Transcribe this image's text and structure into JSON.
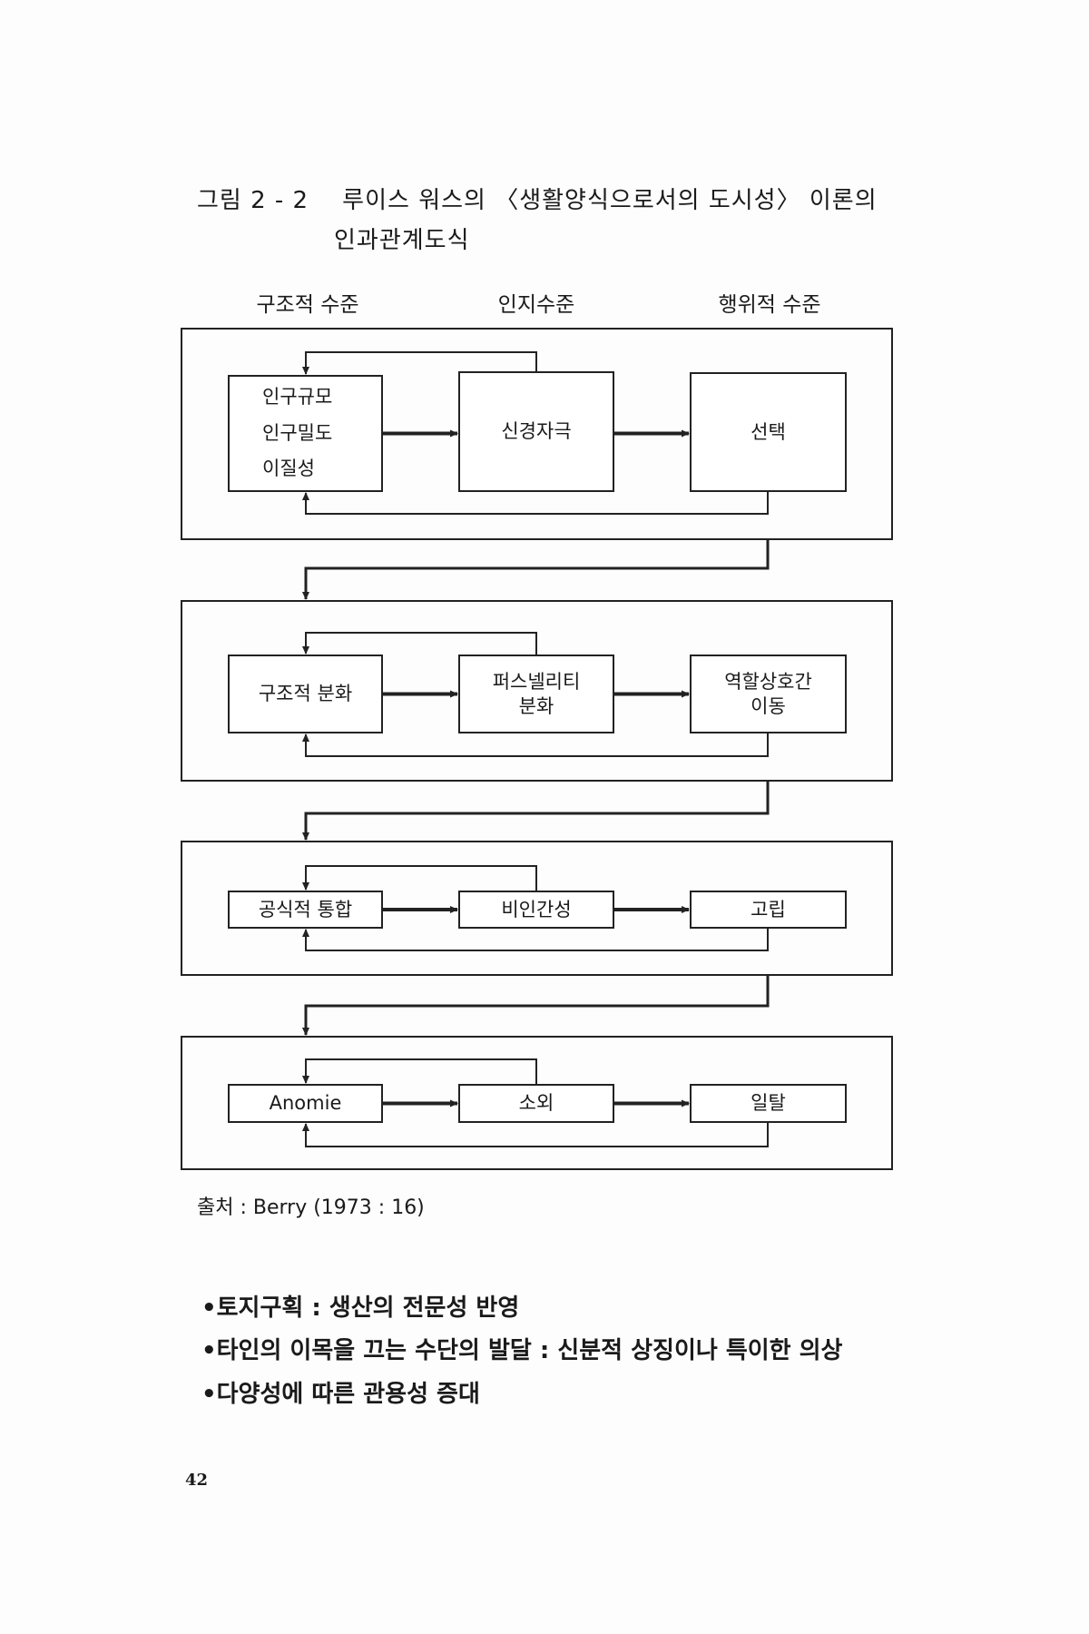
{
  "figure": {
    "label": "그림 2 - 2",
    "title_line1": "루이스 워스의 〈생활양식으로서의 도시성〉 이론의",
    "title_line2": "인과관계도식"
  },
  "columns": [
    "구조적 수준",
    "인지수준",
    "행위적 수준"
  ],
  "rows": [
    {
      "boxes": [
        [
          "인구규모",
          "인구밀도",
          "이질성"
        ],
        [
          "신경자극"
        ],
        [
          "선택"
        ]
      ]
    },
    {
      "boxes": [
        [
          "구조적 분화"
        ],
        [
          "퍼스넬리티",
          "분화"
        ],
        [
          "역할상호간",
          "이동"
        ]
      ]
    },
    {
      "boxes": [
        [
          "공식적 통합"
        ],
        [
          "비인간성"
        ],
        [
          "고립"
        ]
      ]
    },
    {
      "boxes": [
        [
          "Anomie"
        ],
        [
          "소외"
        ],
        [
          "일탈"
        ]
      ]
    }
  ],
  "source": "출처 : Berry (1973 : 16)",
  "bullets": [
    "•토지구획 : 생산의 전문성 반영",
    "•타인의 이목을 끄는 수단의 발달 : 신분적 상징이나 특이한 의상",
    "•다양성에 따른 관용성 증대"
  ],
  "page_number": "42"
}
